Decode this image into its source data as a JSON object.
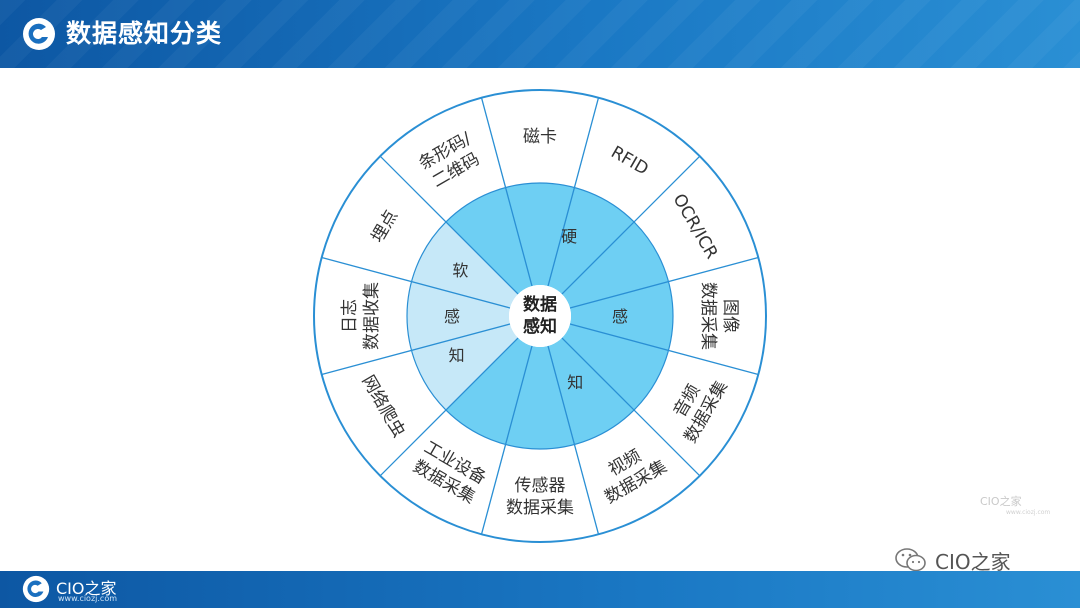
{
  "header": {
    "title": "数据感知分类"
  },
  "diagram": {
    "center": [
      "数据",
      "感知"
    ],
    "inner": {
      "soft": [
        "软",
        "感",
        "知"
      ],
      "hard": [
        "硬",
        "感",
        "知"
      ]
    },
    "outer": [
      {
        "lines": [
          "磁卡"
        ]
      },
      {
        "lines": [
          "RFID"
        ]
      },
      {
        "lines": [
          "OCR/ICR"
        ]
      },
      {
        "lines": [
          "图像",
          "数据采集"
        ]
      },
      {
        "lines": [
          "音频",
          "数据采集"
        ]
      },
      {
        "lines": [
          "视频",
          "数据采集"
        ]
      },
      {
        "lines": [
          "传感器",
          "数据采集"
        ]
      },
      {
        "lines": [
          "工业设备",
          "数据采集"
        ]
      },
      {
        "lines": [
          "网络爬虫"
        ]
      },
      {
        "lines": [
          "日志",
          "数据收集"
        ]
      },
      {
        "lines": [
          "埋点"
        ]
      },
      {
        "lines": [
          "条形码/",
          "二维码"
        ]
      }
    ],
    "colors": {
      "hard": "#6ecff3",
      "soft": "#c6e8f8",
      "outer_ring": "#ffffff",
      "line": "#2a8fd4"
    }
  },
  "watermark": {
    "brand": "CIO之家",
    "url": "www.ciozj.com"
  },
  "wechat": {
    "label": "CIO之家",
    "icon": "wechat-icon"
  },
  "footer": {
    "brand": "CIO之家",
    "url": "www.ciozj.com"
  }
}
